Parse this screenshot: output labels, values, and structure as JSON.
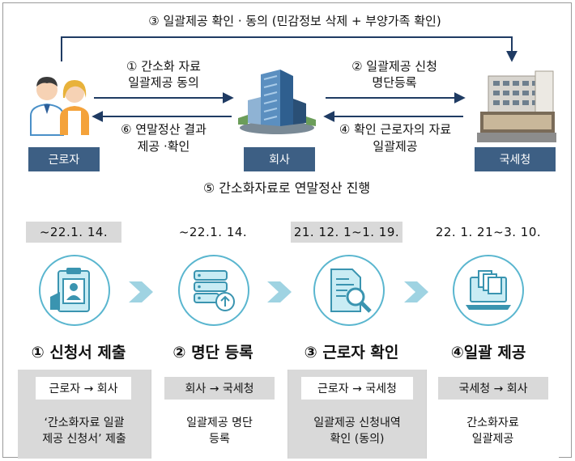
{
  "top": {
    "step3_label": "③ 일괄제공 확인 · 동의 (민감정보 삭제 + 부양가족 확인)",
    "step1_line1": "① 간소화 자료",
    "step1_line2": "일괄제공 동의",
    "step6_line1": "⑥ 연말정산 결과",
    "step6_line2": "제공 ·확인",
    "step2_line1": "② 일괄제공 신청",
    "step2_line2": "명단등록",
    "step4_line1": "④ 확인 근로자의 자료",
    "step4_line2": "일괄제공",
    "step5_label": "⑤  간소화자료로 연말정산 진행",
    "entities": {
      "worker": "근로자",
      "company": "회사",
      "nts": "국세청"
    }
  },
  "timeline": [
    {
      "date": "~22.1. 14.",
      "title": "① 신청서 제출",
      "flow": "근로자 → 회사",
      "desc_line1": "‘간소화자료 일괄",
      "desc_line2": "제공 신청서’ 제출",
      "icon": "clipboard-id-icon"
    },
    {
      "date": "~22.1. 14.",
      "title": "② 명단 등록",
      "flow": "회사 → 국세청",
      "desc_line1": "일괄제공 명단",
      "desc_line2": "등록",
      "icon": "database-upload-icon"
    },
    {
      "date": "21. 12. 1~1. 19.",
      "title": "③ 근로자 확인",
      "flow": "근로자 → 국세청",
      "desc_line1": "일괄제공 신청내역",
      "desc_line2": "확인 (동의)",
      "icon": "document-search-icon"
    },
    {
      "date": "22. 1. 21~3. 10.",
      "title": "④일괄 제공",
      "flow": "국세청 → 회사",
      "desc_line1": "간소화자료",
      "desc_line2": "일괄제공",
      "icon": "laptop-documents-icon"
    }
  ],
  "colors": {
    "entity_box": "#3d5f84",
    "arrow": "#1f3b63",
    "circle_border": "#5ab6cf",
    "chevron": "#9fd3e2",
    "shade": "#d9d9d9"
  }
}
